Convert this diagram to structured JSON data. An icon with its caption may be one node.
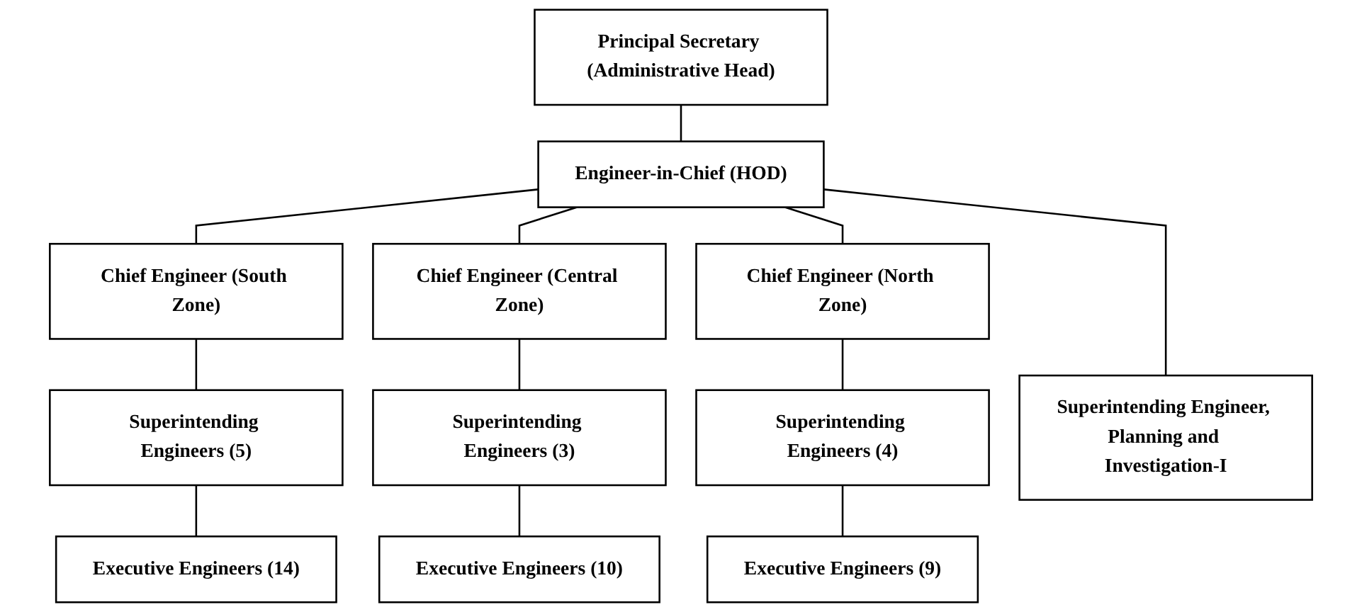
{
  "diagram": {
    "nodes": [
      {
        "text": [
          "Principal Secretary (Administrative Head)"
        ]
      },
      {
        "text": [
          "Engineer-in-Chief (HOD)"
        ]
      },
      {
        "text": [
          "Chief Engineer (South Zone)"
        ]
      },
      {
        "text": [
          "Chief Engineer (Central Zone)"
        ]
      },
      {
        "text": [
          "Chief Engineer (North Zone)"
        ]
      },
      {
        "text": [
          "Superintending Engineers (5)"
        ]
      },
      {
        "text": [
          "Superintending Engineers (3)"
        ]
      },
      {
        "text": [
          "Superintending Engineers (4)"
        ]
      },
      {
        "text": [
          "Superintending Engineer, Planning and Investigation-I"
        ]
      },
      {
        "text": [
          "Executive Engineers (14)"
        ]
      },
      {
        "text": [
          "Executive Engineers (10)"
        ]
      },
      {
        "text": [
          "Executive Engineers (9)"
        ]
      }
    ],
    "edges": [
      {
        "from": 0,
        "to": 1,
        "arrow": "none"
      },
      {
        "from": 1,
        "to": 2,
        "arrow": "none"
      },
      {
        "from": 1,
        "to": 3,
        "arrow": "none"
      },
      {
        "from": 1,
        "to": 4,
        "arrow": "none"
      },
      {
        "from": 1,
        "to": 8,
        "arrow": "none"
      },
      {
        "from": 2,
        "to": 5,
        "arrow": "none"
      },
      {
        "from": 3,
        "to": 6,
        "arrow": "none"
      },
      {
        "from": 4,
        "to": 7,
        "arrow": "none"
      },
      {
        "from": 5,
        "to": 9,
        "arrow": "none"
      },
      {
        "from": 6,
        "to": 10,
        "arrow": "none"
      },
      {
        "from": 7,
        "to": 11,
        "arrow": "none"
      }
    ]
  }
}
